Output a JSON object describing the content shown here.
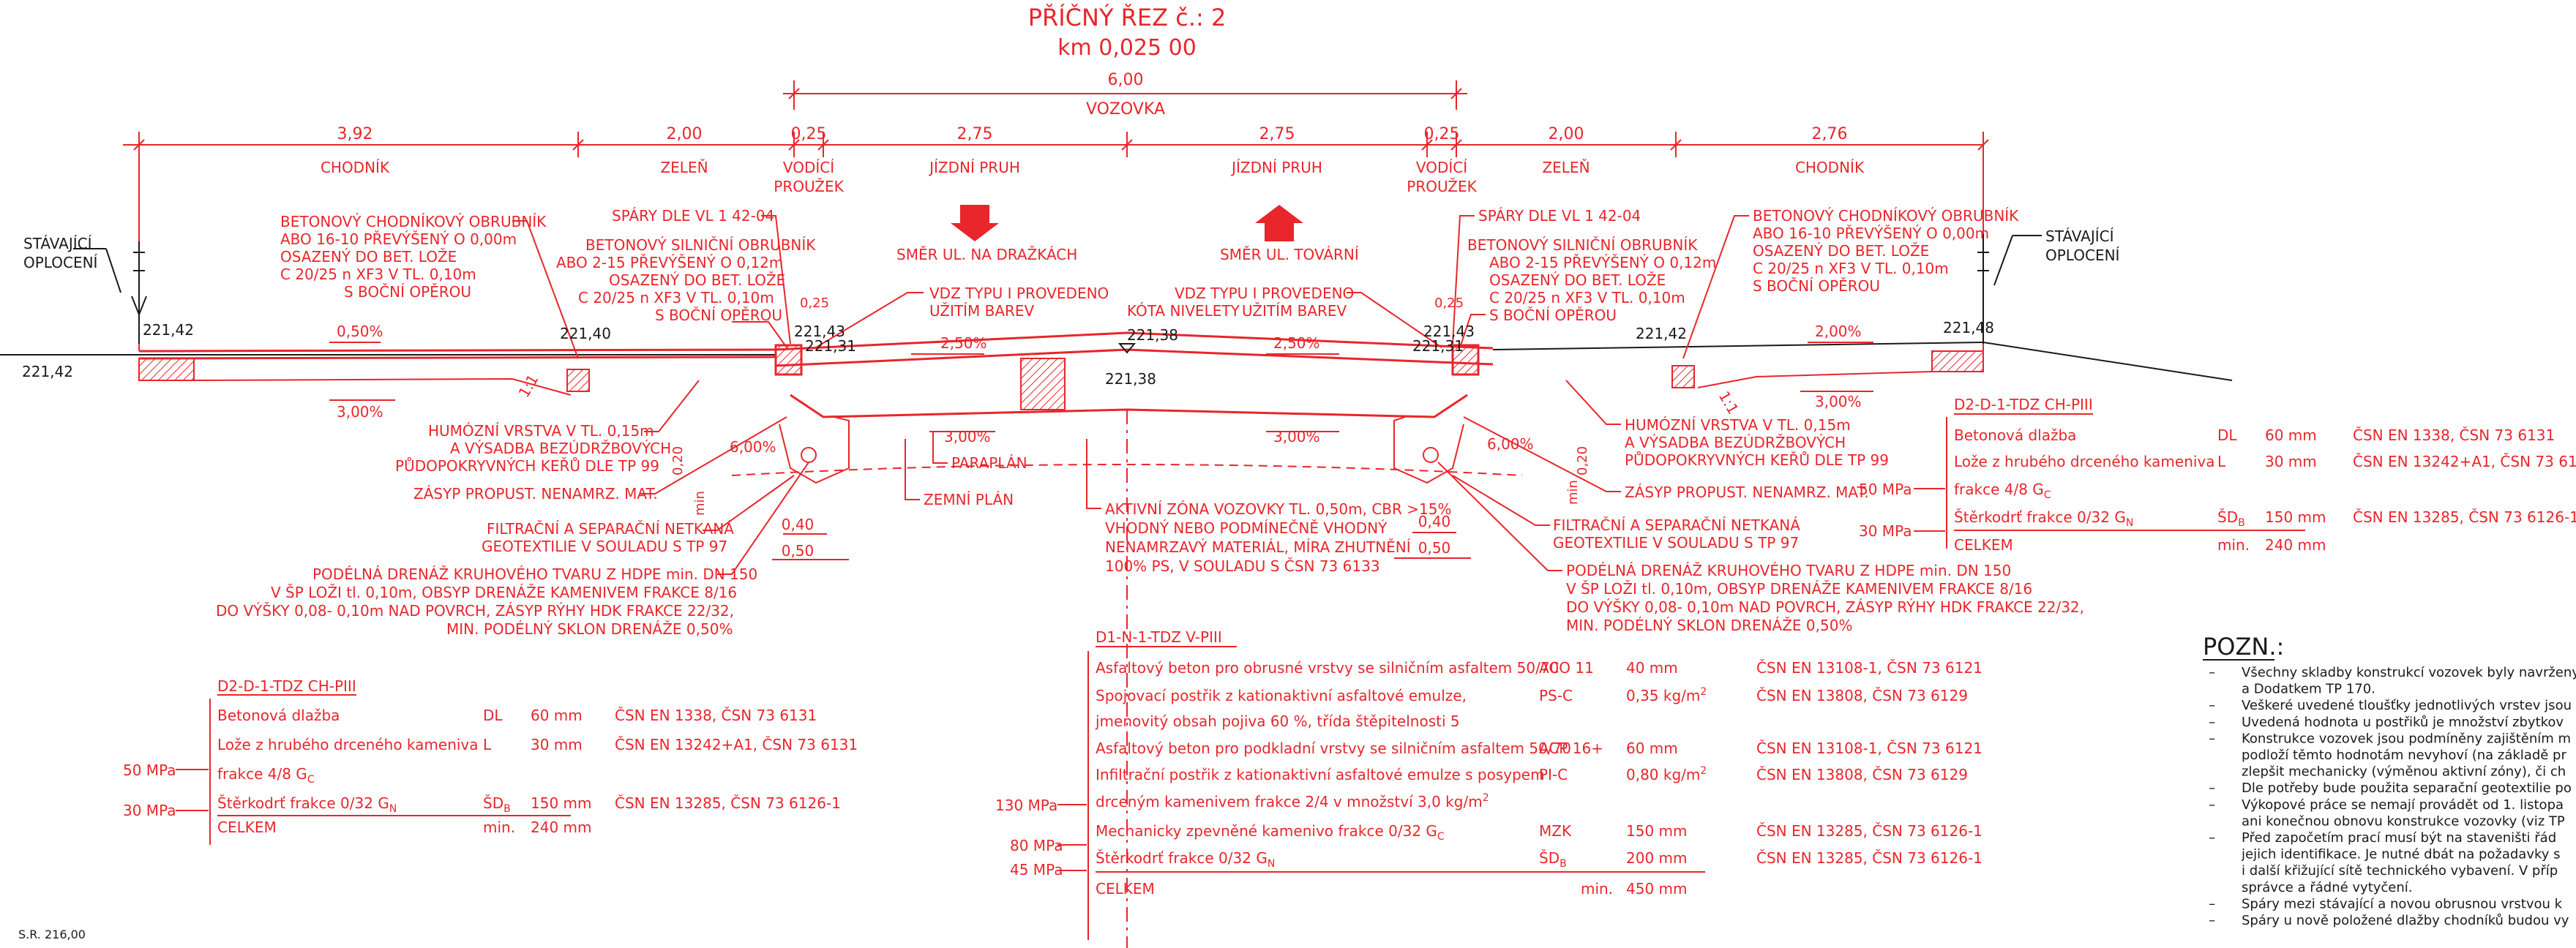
{
  "header": {
    "title": "PŘÍČNÝ ŘEZ č.: 2",
    "km": "km 0,025 00"
  },
  "dims": {
    "total": "6,00",
    "vozovka": "VOZOVKA",
    "seg": [
      "3,92",
      "2,00",
      "0,25",
      "2,75",
      "2,75",
      "0,25",
      "2,00",
      "2,76"
    ],
    "segLabels": [
      "CHODNÍK",
      "ZELEŇ",
      "VODÍCÍ",
      "PROUŽEK",
      "JÍZDNÍ PRUH",
      "JÍZDNÍ PRUH",
      "VODÍCÍ",
      "PROUŽEK",
      "ZELEŇ",
      "CHODNÍK"
    ]
  },
  "fences": {
    "line1": "STÁVAJÍCÍ",
    "line2": "OPLOCENÍ"
  },
  "obrubnikChodnik": [
    "BETONOVÝ CHODNÍKOVÝ OBRUBNÍK",
    "ABO 16-10 PŘEVÝŠENÝ O 0,00m",
    "OSAZENÝ DO BET. LOŽE",
    "C 20/25 n XF3 V TL. 0,10m",
    "S BOČNÍ OPĚROU"
  ],
  "obrubnikSilnicni": [
    "BETONOVÝ SILNIČNÍ OBRUBNÍK",
    "ABO 2-15 PŘEVÝŠENÝ O 0,12m",
    "OSAZENÝ DO BET. LOŽE",
    "C 20/25 n XF3 V TL. 0,10m",
    "S BOČNÍ OPĚROU"
  ],
  "spary": "SPÁRY DLE VL 1 42-04",
  "vdz": [
    "VDZ TYPU I PROVEDENO",
    "UŽITÍM BAREV"
  ],
  "kota": "KÓTA NIVELETY",
  "dir": {
    "left": "SMĚR UL. NA DRAŽKÁCH",
    "right": "SMĚR UL. TOVÁRNÍ"
  },
  "heights": [
    "221,42",
    "221,42",
    "221,40",
    "221,43",
    "221,31",
    "221,38",
    "221,38",
    "221,43",
    "221,31",
    "221,42",
    "221,48"
  ],
  "slopes": [
    "0,50%",
    "3,00%",
    "2,50%",
    "2,50%",
    "2,00%",
    "3,00%",
    "3,00%",
    "3,00%",
    "6,00%",
    "6,00%"
  ],
  "humus": [
    "HUMÓZNÍ VRSTVA V TL. 0,15m",
    "A VÝSADBA BEZÚDRŽBOVÝCH",
    "PŮDOPOKRYVNÝCH KEŘŮ DLE TP 99"
  ],
  "zasyp": "ZÁSYP PROPUST. NENAMRZ. MAT.",
  "filtr": [
    "FILTRAČNÍ A SEPARAČNÍ NETKANÁ",
    "GEOTEXTILIE V SOULADU S TP 97"
  ],
  "drenaz": [
    "PODÉLNÁ DRENÁŽ KRUHOVÉHO TVARU Z HDPE min. DN 150",
    "V ŠP LOŽI tl. 0,10m, OBSYP DRENÁŽE KAMENIVEM FRAKCE 8/16",
    "DO VÝŠKY 0,08- 0,10m NAD POVRCH, ZÁSYP RÝHY HDK FRAKCE 22/32,",
    "MIN. PODÉLNÝ SKLON DRENÁŽE 0,50%"
  ],
  "paraplan": "PARAPLÁN",
  "zemni": "ZEMNÍ PLÁN",
  "aktivni": [
    "AKTIVNÍ ZÓNA VOZOVKY TL. 0,50m, CBR >15%",
    "VHODNÝ NEBO PODMÍNEČNĚ VHODNÝ",
    "NENAMRZAVÝ MATERIÁL, MÍRA ZHUTNĚNÍ",
    "100% PS, V SOULADU S ČSN 73 6133"
  ],
  "smallDims": [
    "0,40",
    "0,50",
    "0,40",
    "0,50",
    "0,20",
    "0,20",
    "0,25",
    "0,25"
  ],
  "min": "min",
  "ratio": "1:1",
  "chodnikTable": {
    "title": "D2-D-1-TDZ CH-PIII",
    "rows": [
      {
        "name": "Betonová dlažba",
        "code": "DL",
        "thick": "60 mm",
        "std": "ČSN EN 1338, ČSN 73 6131",
        "mod": ""
      },
      {
        "name": "Lože z hrubého drceného kameniva",
        "code": "L",
        "thick": "30 mm",
        "std": "ČSN EN 13242+A1, ČSN 73 6131",
        "mod": ""
      },
      {
        "name": "frakce 4/8 G",
        "sub": "C",
        "code": "",
        "thick": "",
        "std": "",
        "mod": "50 MPa"
      },
      {
        "name": "Štěrkodrť frakce 0/32 G",
        "sub": "N",
        "code": "ŠD",
        "codeSub": "B",
        "thick": "150 mm",
        "std": "ČSN EN 13285, ČSN 73 6126-1",
        "mod": "30 MPa"
      },
      {
        "name": "CELKEM",
        "code": "min.",
        "thick": "240 mm",
        "std": "",
        "mod": ""
      }
    ]
  },
  "vozovkaTable": {
    "title": "D1-N-1-TDZ V-PIII",
    "rows": [
      {
        "name": "Asfaltový beton pro obrusné vrstvy se silničním asfaltem 50/70",
        "code": "ACO 11",
        "thick": "40 mm",
        "std": "ČSN EN 13108-1, ČSN 73 6121",
        "mod": ""
      },
      {
        "name": "Spojovací postřik z kationaktivní asfaltové emulze,",
        "code": "PS-C",
        "thick": "0,35 kg/m",
        "sup": "2",
        "std": "ČSN EN 13808, ČSN 73 6129",
        "mod": ""
      },
      {
        "name": "jmenovitý obsah pojiva 60 %, třída štěpitelnosti 5",
        "code": "",
        "thick": "",
        "std": "",
        "mod": ""
      },
      {
        "name": "Asfaltový beton pro podkladní vrstvy se silničním asfaltem 50/70",
        "code": "ACP 16+",
        "thick": "60 mm",
        "std": "ČSN EN 13108-1, ČSN 73 6121",
        "mod": ""
      },
      {
        "name": "Infiltrační postřik z kationaktivní asfaltové emulze s posypem",
        "code": "PI-C",
        "thick": "0,80 kg/m",
        "sup": "2",
        "std": "ČSN EN 13808, ČSN 73 6129",
        "mod": ""
      },
      {
        "name": "drceným kamenivem frakce 2/4 v množství 3,0 kg/m",
        "sup2": "2",
        "code": "",
        "thick": "",
        "std": "",
        "mod": "130 MPa"
      },
      {
        "name": "Mechanicky zpevněné kamenivo frakce 0/32 G",
        "sub": "C",
        "code": "MZK",
        "thick": "150 mm",
        "std": "ČSN EN 13285, ČSN 73 6126-1",
        "mod": "80 MPa"
      },
      {
        "name": "Štěrkodrť frakce 0/32 G",
        "sub": "N",
        "code": "ŠD",
        "codeSub": "B",
        "thick": "200 mm",
        "std": "ČSN EN 13285, ČSN 73 6126-1",
        "mod": "45 MPa"
      },
      {
        "name": "CELKEM",
        "code": "min.",
        "thick": "450 mm",
        "std": "",
        "mod": ""
      }
    ]
  },
  "pozn": {
    "title": "POZN.:",
    "items": [
      "Všechny skladby konstrukcí vozovek byly navrženy",
      "a Dodatkem TP 170.",
      "Veškeré uvedené tloušťky jednotlivých vrstev jsou",
      "Uvedená hodnota u postřiků je množství zbytkov",
      "Konstrukce vozovek jsou podmíněny zajištěním m",
      "podloží těmto hodnotám nevyhoví (na základě pr",
      "zlepšit mechanicky (výměnou aktivní zóny), či ch",
      "Dle potřeby bude použita separační geotextilie po",
      "Výkopové práce se nemají provádět od 1. listopa",
      "ani konečnou obnovu konstrukce vozovky (viz TP",
      "Před započetím prací musí být na staveništi řád",
      "jejich identifikace. Je nutné dbát na požadavky s",
      "i další křižující sítě technického vybavení. V příp",
      "správce a řádné vytyčení.",
      "Spáry mezi stávající a novou obrusnou vrstvou k",
      "Spáry u nově položené dlažby chodníků budou vy"
    ]
  },
  "sr": "S.R. 216,00"
}
